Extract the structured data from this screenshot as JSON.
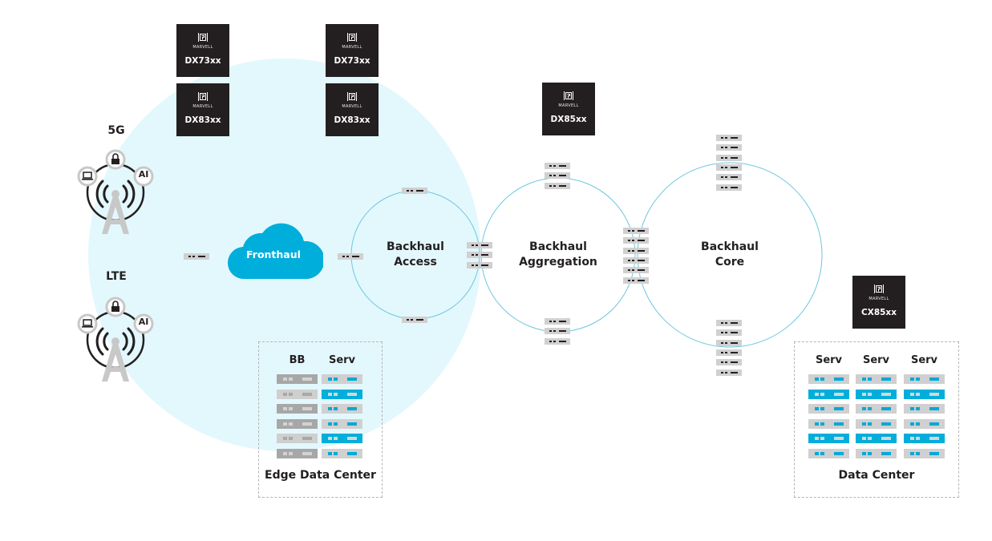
{
  "colors": {
    "accent_blue": "#00aedb",
    "light_region": "#e3f8fd",
    "chip_bg": "#231f20",
    "ring_line": "#6cc7e0",
    "unit_gray": "#d0d0d0"
  },
  "chips": [
    {
      "brand": "MARVELL",
      "model": "DX73xx",
      "icon": "marvell-logo-icon"
    },
    {
      "brand": "MARVELL",
      "model": "DX83xx",
      "icon": "marvell-logo-icon"
    },
    {
      "brand": "MARVELL",
      "model": "DX73xx",
      "icon": "marvell-logo-icon"
    },
    {
      "brand": "MARVELL",
      "model": "DX83xx",
      "icon": "marvell-logo-icon"
    },
    {
      "brand": "MARVELL",
      "model": "DX85xx",
      "icon": "marvell-logo-icon"
    },
    {
      "brand": "MARVELL",
      "model": "CX85xx",
      "icon": "marvell-logo-icon"
    }
  ],
  "radio": [
    {
      "label": "5G",
      "icons": [
        "laptop-icon",
        "lock-icon",
        "ai-icon",
        "cell-tower-icon"
      ],
      "ai_text": "AI"
    },
    {
      "label": "LTE",
      "icons": [
        "laptop-icon",
        "lock-icon",
        "ai-icon",
        "cell-tower-icon"
      ],
      "ai_text": "AI"
    }
  ],
  "fronthaul": {
    "label": "Fronthaul",
    "icon": "cloud-icon"
  },
  "rings": [
    {
      "line1": "Backhaul",
      "line2": "Access"
    },
    {
      "line1": "Backhaul",
      "line2": "Aggregation"
    },
    {
      "line1": "Backhaul",
      "line2": "Core"
    }
  ],
  "edge_dc": {
    "title": "Edge Data Center",
    "columns": [
      {
        "header": "BB",
        "rows": [
          "gray-dark",
          "gray-light",
          "gray-dark",
          "gray-dark",
          "gray-light",
          "gray-dark"
        ]
      },
      {
        "header": "Serv",
        "rows": [
          "serv",
          "serv-blue",
          "serv",
          "serv",
          "serv-blue",
          "serv"
        ]
      }
    ]
  },
  "data_center": {
    "title": "Data Center",
    "columns": [
      {
        "header": "Serv",
        "rows": [
          "serv",
          "serv-blue",
          "serv",
          "serv",
          "serv-blue",
          "serv"
        ]
      },
      {
        "header": "Serv",
        "rows": [
          "serv",
          "serv-blue",
          "serv",
          "serv",
          "serv-blue",
          "serv"
        ]
      },
      {
        "header": "Serv",
        "rows": [
          "serv",
          "serv-blue",
          "serv",
          "serv",
          "serv-blue",
          "serv"
        ]
      }
    ]
  }
}
